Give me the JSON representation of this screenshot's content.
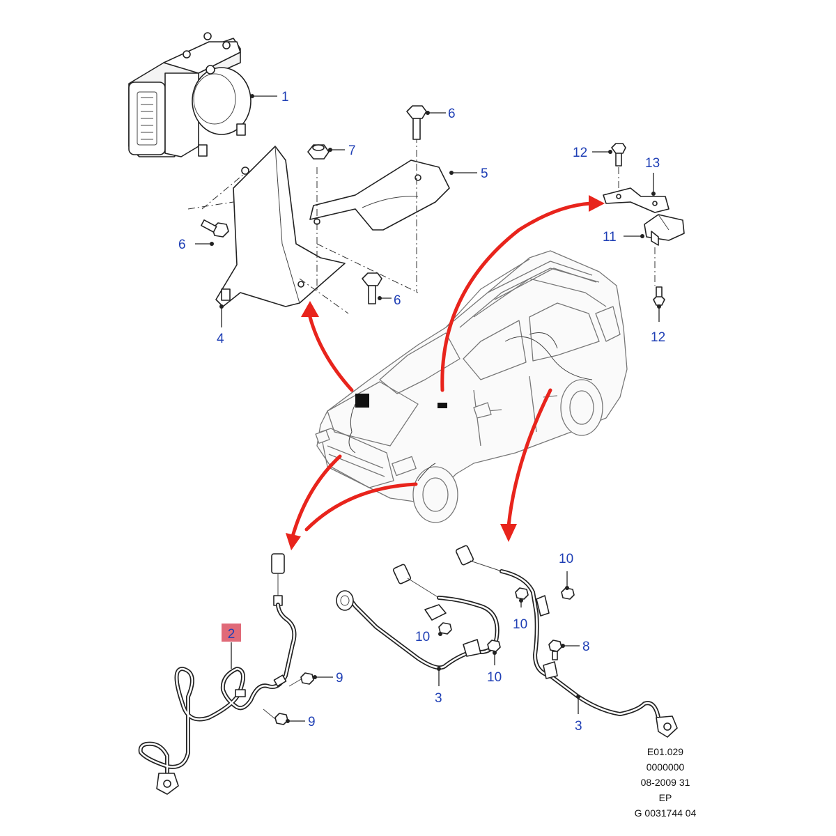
{
  "callouts": {
    "c1": "1",
    "c2": "2",
    "c3a": "3",
    "c3b": "3",
    "c4": "4",
    "c5": "5",
    "c6a": "6",
    "c6b": "6",
    "c6c": "6",
    "c7": "7",
    "c8": "8",
    "c9a": "9",
    "c9b": "9",
    "c10a": "10",
    "c10b": "10",
    "c10c": "10",
    "c10d": "10",
    "c11": "11",
    "c12a": "12",
    "c12b": "12",
    "c13": "13"
  },
  "reference": {
    "line1": "E01.029",
    "line2": "0000000",
    "line3": "08-2009 31",
    "line4": "EP",
    "line5": "G 0031744 04"
  },
  "colors": {
    "callout_text": "#1f3fb5",
    "arrow": "#e8241c",
    "highlight_box": "#e06a78"
  }
}
